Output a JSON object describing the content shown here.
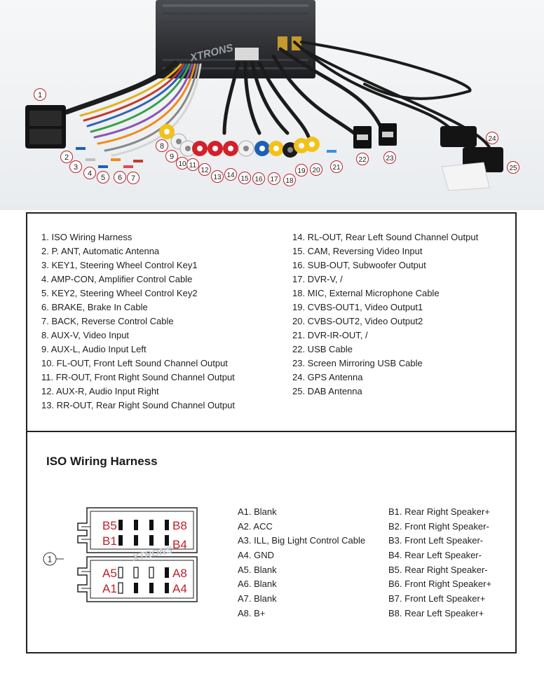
{
  "legend": {
    "left": [
      "1. ISO Wiring Harness",
      "2. P. ANT, Automatic Antenna",
      "3. KEY1, Steering Wheel Control Key1",
      "4. AMP-CON, Amplifier Control Cable",
      "5. KEY2, Steering Wheel Control Key2",
      "6. BRAKE, Brake In Cable",
      "7. BACK, Reverse Control Cable",
      "8. AUX-V, Video Input",
      "9. AUX-L, Audio Input Left",
      "10. FL-OUT, Front Left Sound Channel Output",
      "11. FR-OUT, Front Right Sound Channel Output",
      "12. AUX-R, Audio Input Right",
      "13. RR-OUT, Rear Right Sound Channel Output"
    ],
    "right": [
      "14. RL-OUT, Rear Left Sound Channel Output",
      "15. CAM, Reversing Video Input",
      "16. SUB-OUT, Subwoofer Output",
      "17. DVR-V, /",
      "18. MIC, External Microphone Cable",
      "19. CVBS-OUT1, Video Output1",
      "20. CVBS-OUT2, Video Output2",
      "21. DVR-IR-OUT, /",
      "22. USB Cable",
      "23. Screen Mirroring USB Cable",
      "24. GPS Antenna",
      "25. DAB Antenna"
    ]
  },
  "iso": {
    "title": "ISO Wiring Harness",
    "callout": "1",
    "connector_labels": {
      "b5": "B5",
      "b8": "B8",
      "b1": "B1",
      "b4": "B4",
      "a5": "A5",
      "a8": "A8",
      "a1": "A1",
      "a4": "A4"
    },
    "watermark": "XTRONS",
    "a_pins": [
      "A1. Blank",
      "A2. ACC",
      "A3. ILL, Big Light Control Cable",
      "A4. GND",
      "A5. Blank",
      "A6. Blank",
      "A7. Blank",
      "A8. B+"
    ],
    "b_pins": [
      "B1. Rear Right Speaker+",
      "B2. Front Right Speaker-",
      "B3. Front Left Speaker-",
      "B4. Rear Left Speaker-",
      "B5. Rear Right Speaker-",
      "B6. Front Right Speaker+",
      "B7. Front Left Speaker+",
      "B8. Rear Left Speaker+"
    ]
  },
  "photo": {
    "brand": "XTRONS",
    "callouts": [
      "1",
      "2",
      "3",
      "4",
      "5",
      "6",
      "7",
      "8",
      "9",
      "10",
      "11",
      "12",
      "13",
      "14",
      "15",
      "16",
      "17",
      "18",
      "19",
      "20",
      "21",
      "22",
      "23",
      "24",
      "25"
    ],
    "colors": {
      "rca_yellow": "#f2c21b",
      "rca_red": "#d3202b",
      "rca_white": "#f1f1f1",
      "rca_blue": "#1e5fb8",
      "rca_black": "#1b1b1b",
      "callout_red": "#c0202a"
    }
  }
}
